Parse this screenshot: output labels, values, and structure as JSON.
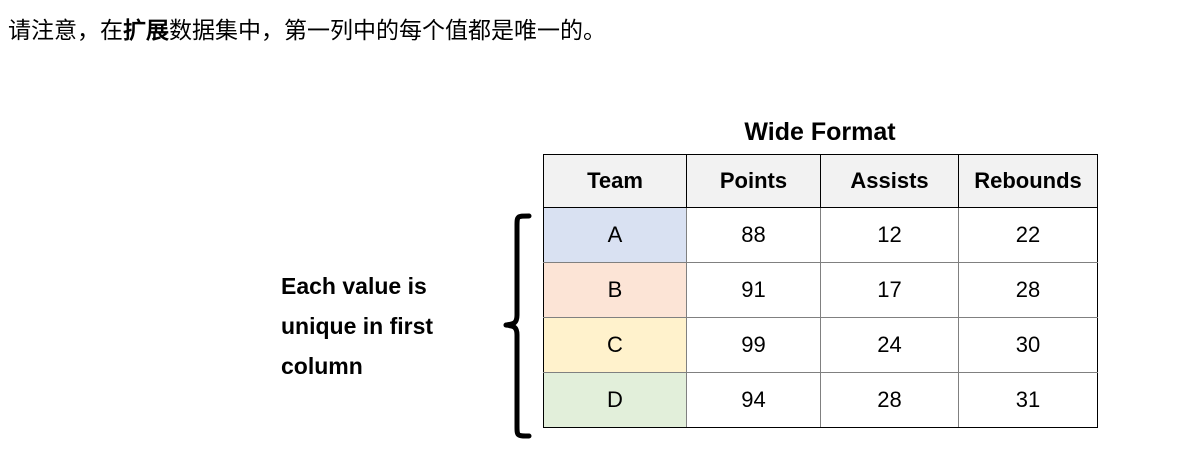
{
  "intro": {
    "before": "请注意，在",
    "emphasis": "扩展",
    "after": "数据集中，第一列中的每个值都是唯一的。"
  },
  "annotation": {
    "text": "Each value is unique in first column",
    "brace_icon": "curly-brace-icon"
  },
  "table": {
    "title": "Wide Format",
    "headers": [
      "Team",
      "Points",
      "Assists",
      "Rebounds"
    ],
    "rows": [
      {
        "team": "A",
        "points": "88",
        "assists": "12",
        "rebounds": "22",
        "color": "#D9E1F2"
      },
      {
        "team": "B",
        "points": "91",
        "assists": "17",
        "rebounds": "28",
        "color": "#FCE4D6"
      },
      {
        "team": "C",
        "points": "99",
        "assists": "24",
        "rebounds": "30",
        "color": "#FFF2CC"
      },
      {
        "team": "D",
        "points": "94",
        "assists": "28",
        "rebounds": "31",
        "color": "#E2EFDA"
      }
    ],
    "header_background": "#F2F2F2",
    "border_color": "#000000",
    "grid_color": "#808080"
  }
}
